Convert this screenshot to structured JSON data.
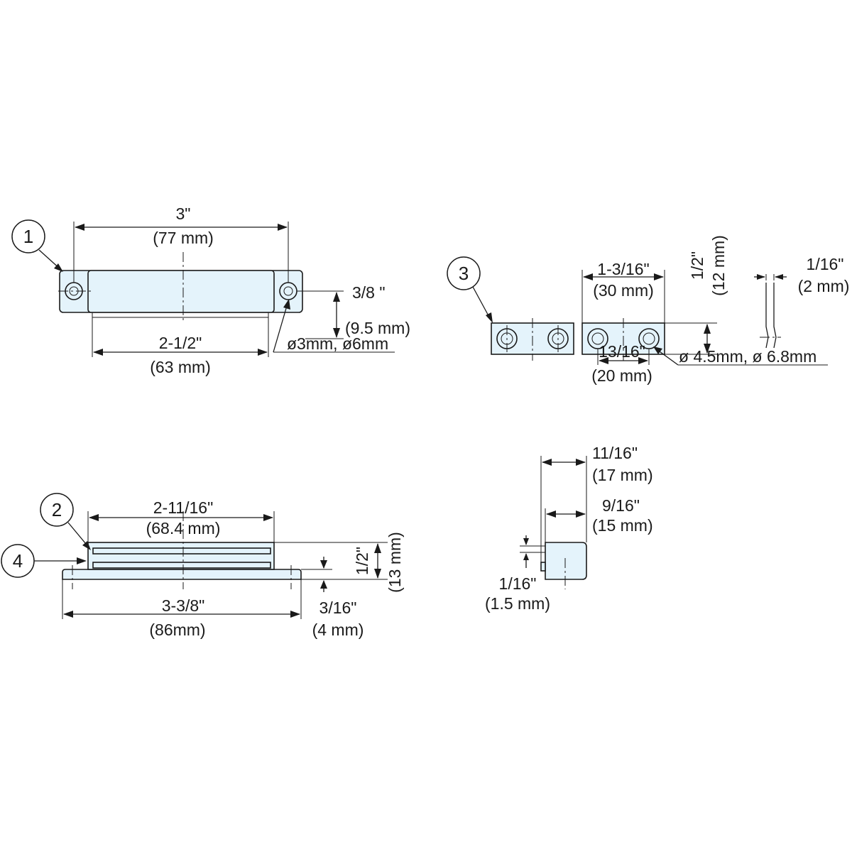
{
  "callouts": {
    "c1": "1",
    "c2": "2",
    "c3": "3",
    "c4": "4"
  },
  "part1": {
    "overall_in": "3\"",
    "overall_mm": "(77 mm)",
    "height_in": "3/8 \"",
    "height_mm": "(9.5 mm)",
    "body_in": "2-1/2\"",
    "body_mm": "(63 mm)",
    "holes": "ø3mm, ø6mm"
  },
  "part3": {
    "length_in": "1-3/16\"",
    "length_mm": "(30 mm)",
    "height_in": "1/2\"",
    "height_mm": "(12 mm)",
    "thickness_in": "1/16\"",
    "thickness_mm": "(2 mm)",
    "pitch_in": "13/16\"",
    "pitch_mm": "(20 mm)",
    "holes": "ø 4.5mm, ø 6.8mm"
  },
  "part2": {
    "body_in": "2-11/16\"",
    "body_mm": "(68.4 mm)",
    "height_in": "1/2\"",
    "height_mm": "(13 mm)",
    "overall_in": "3-3/8\"",
    "overall_mm": "(86mm)",
    "base_in": "3/16\"",
    "base_mm": "(4 mm)"
  },
  "side": {
    "overall_in": "11/16\"",
    "overall_mm": "(17 mm)",
    "body_in": "9/16\"",
    "body_mm": "(15 mm)",
    "lip_in": "1/16\"",
    "lip_mm": "(1.5 mm)"
  },
  "colors": {
    "part_fill": "#e4f3fb",
    "ink": "#1a1a1a"
  }
}
